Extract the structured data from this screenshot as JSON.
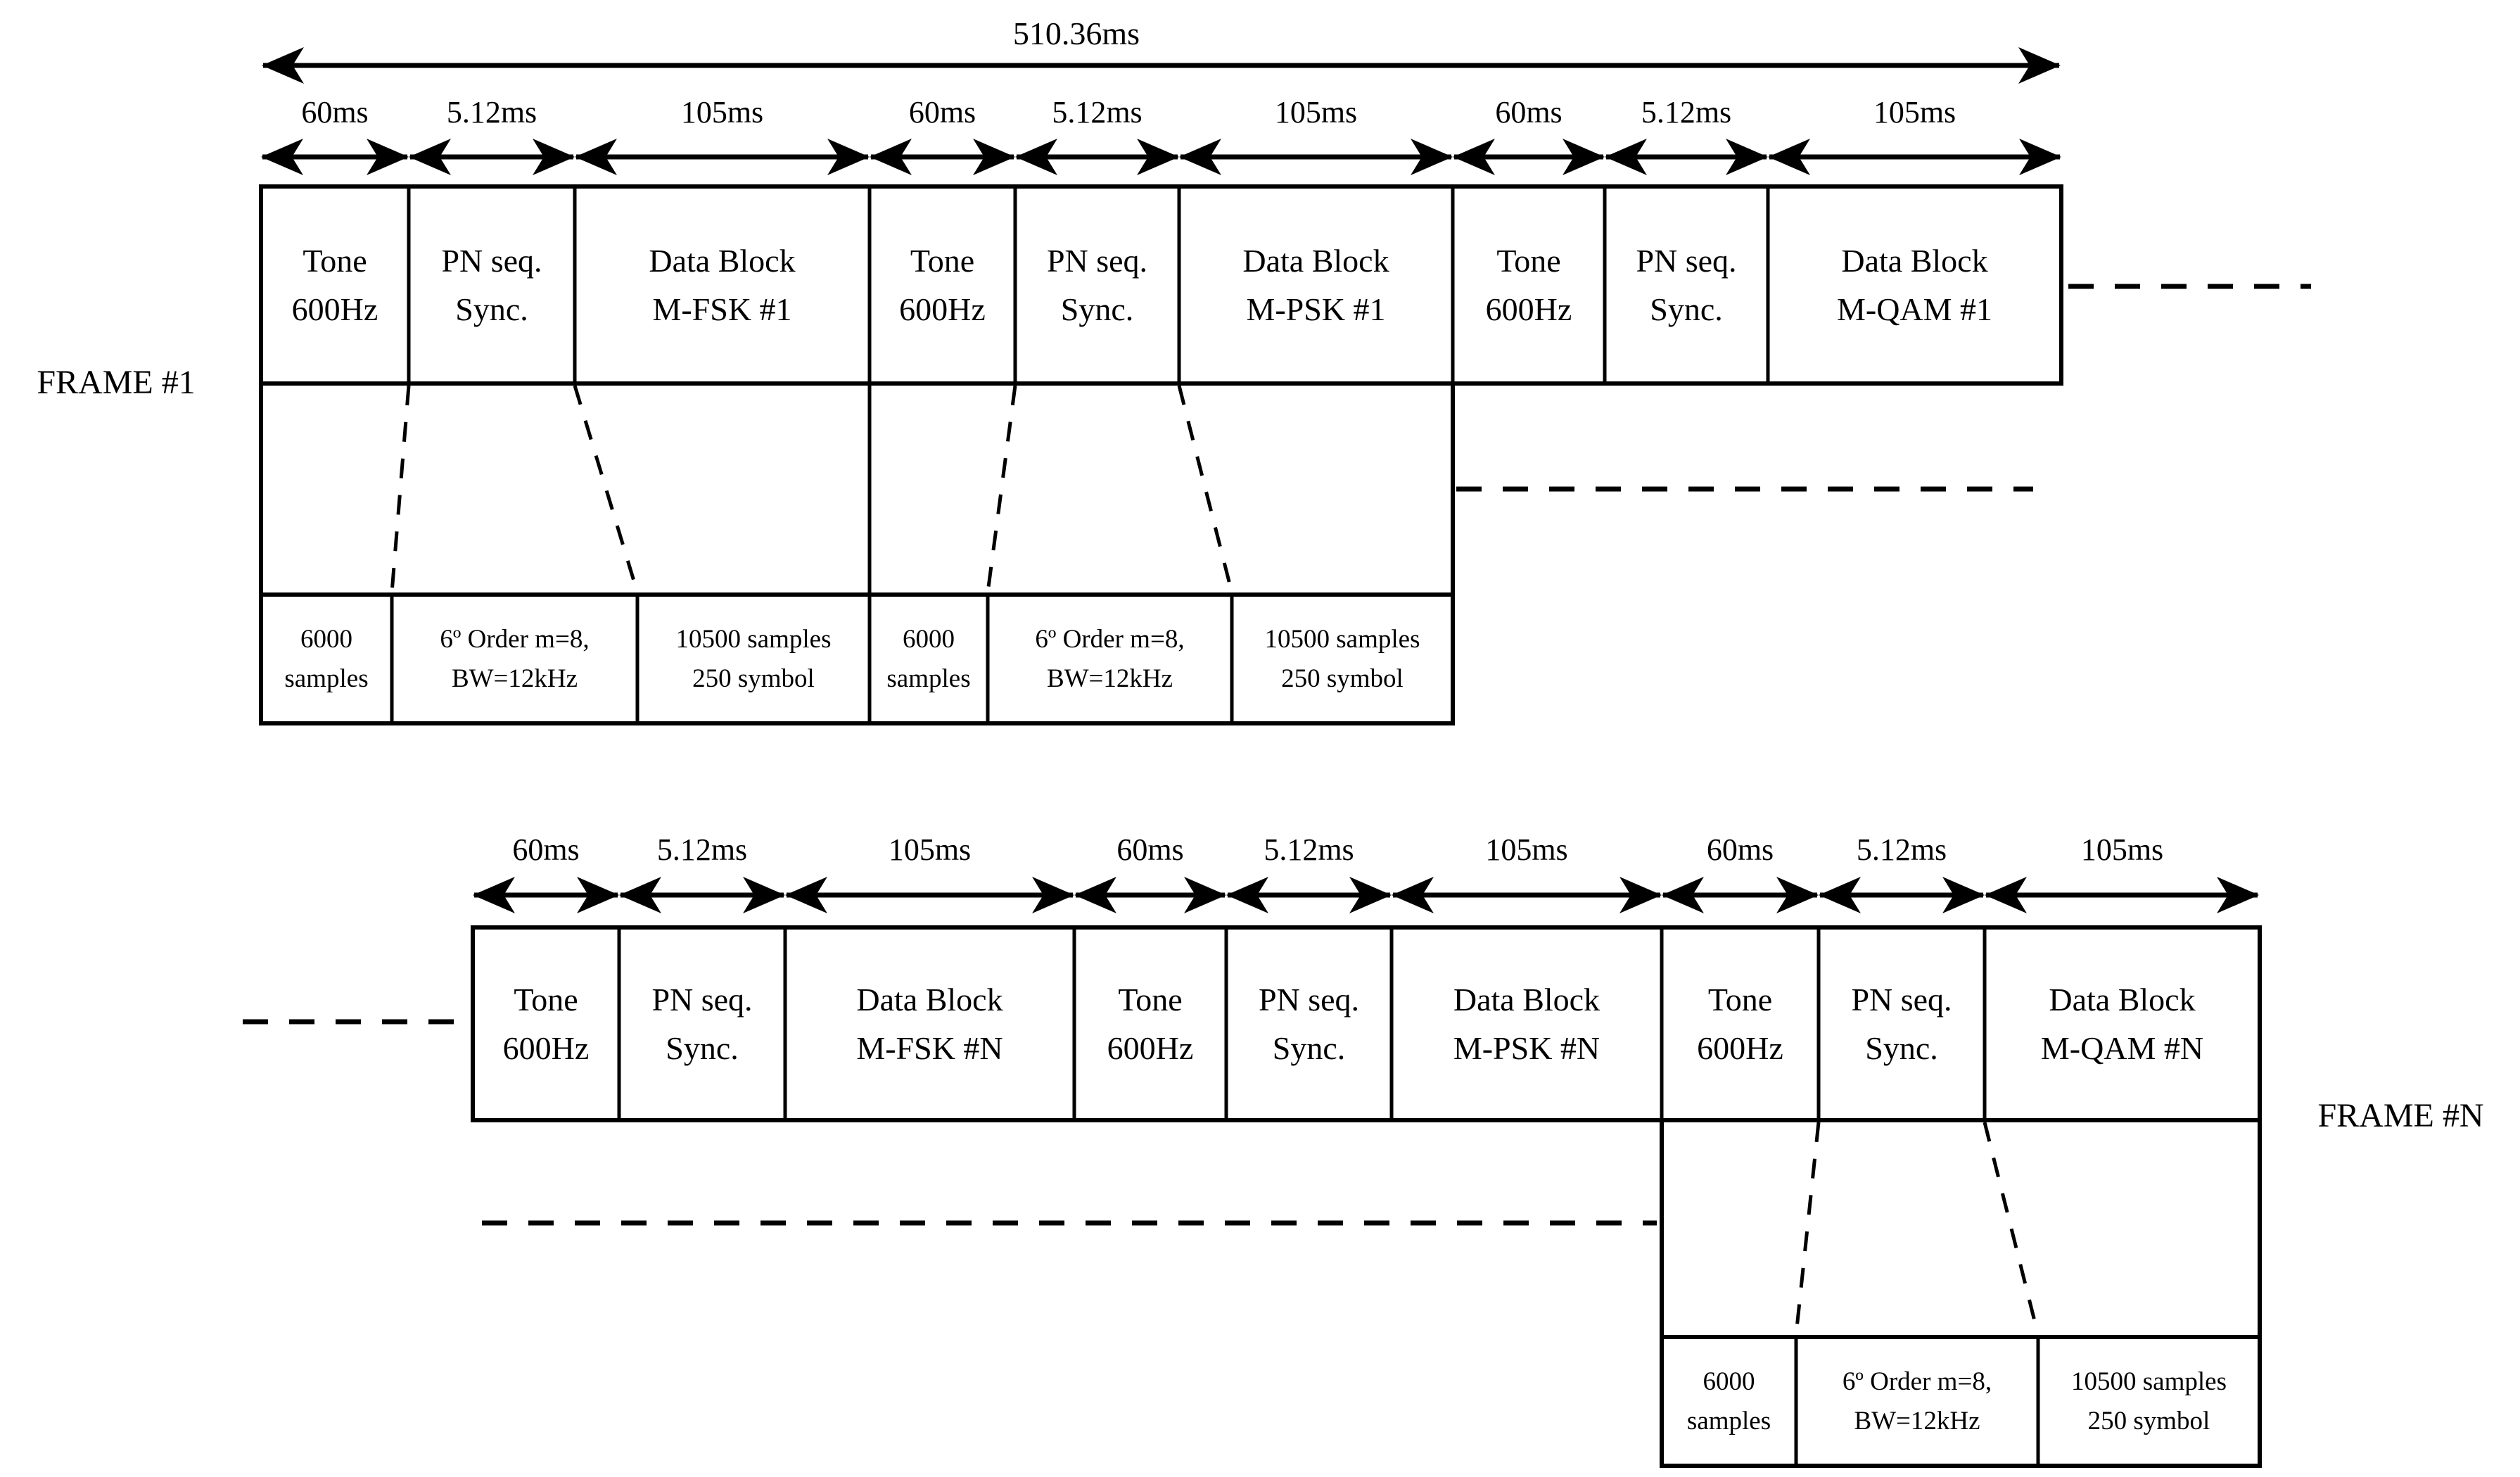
{
  "colors": {
    "ink": "#000000",
    "background": "#ffffff"
  },
  "top_arrow_label": "510.36ms",
  "frame1": {
    "name": "FRAME #1",
    "durations": [
      "60ms",
      "5.12ms",
      "105ms",
      "60ms",
      "5.12ms",
      "105ms",
      "60ms",
      "5.12ms",
      "105ms"
    ],
    "segments": [
      "Tone\n600Hz",
      "PN seq.\nSync.",
      "Data Block\nM-FSK #1",
      "Tone\n600Hz",
      "PN seq.\nSync.",
      "Data Block\nM-PSK #1",
      "Tone\n600Hz",
      "PN seq.\nSync.",
      "Data Block\nM-QAM #1"
    ],
    "details": [
      "6000\nsamples",
      "6º Order m=8,\nBW=12kHz",
      "10500 samples\n250 symbol",
      "6000\nsamples",
      "6º Order m=8,\nBW=12kHz",
      "10500 samples\n250 symbol"
    ]
  },
  "frameN": {
    "name": "FRAME #N",
    "durations": [
      "60ms",
      "5.12ms",
      "105ms",
      "60ms",
      "5.12ms",
      "105ms",
      "60ms",
      "5.12ms",
      "105ms"
    ],
    "segments": [
      "Tone\n600Hz",
      "PN seq.\nSync.",
      "Data Block\nM-FSK #N",
      "Tone\n600Hz",
      "PN seq.\nSync.",
      "Data Block\nM-PSK #N",
      "Tone\n600Hz",
      "PN seq.\nSync.",
      "Data Block\nM-QAM #N"
    ],
    "details": [
      "6000\nsamples",
      "6º Order m=8,\nBW=12kHz",
      "10500 samples\n250 symbol"
    ]
  }
}
